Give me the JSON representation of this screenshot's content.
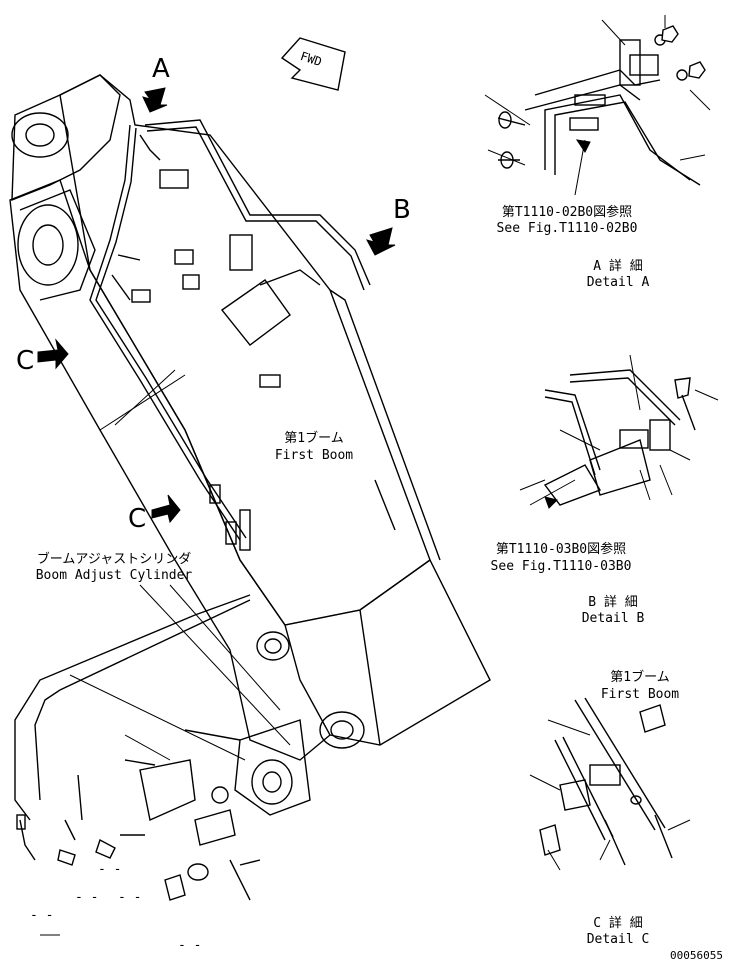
{
  "view_labels": {
    "a": "A",
    "b": "B",
    "c1": "C",
    "c2": "C"
  },
  "fwd": "FWD",
  "ref_a": {
    "jp": "第T1110-02B0図参照",
    "en": "See Fig.T1110-02B0"
  },
  "detail_a": {
    "jp": "A 詳 細",
    "en": "Detail A"
  },
  "ref_b": {
    "jp": "第T1110-03B0図参照",
    "en": "See Fig.T1110-03B0"
  },
  "detail_b": {
    "jp": "B 詳 細",
    "en": "Detail B"
  },
  "first_boom": {
    "jp": "第1ブーム",
    "en": "First Boom"
  },
  "first_boom_c": {
    "jp": "第1ブーム",
    "en": "First Boom"
  },
  "detail_c": {
    "jp": "C 詳 細",
    "en": "Detail C"
  },
  "cylinder": {
    "jp": "ブームアジャストシリンダ",
    "en": "Boom Adjust Cylinder"
  },
  "dash_marks": [
    "- -",
    "- -",
    "- -",
    "- -",
    "- -"
  ],
  "drawing_no": "00056055"
}
